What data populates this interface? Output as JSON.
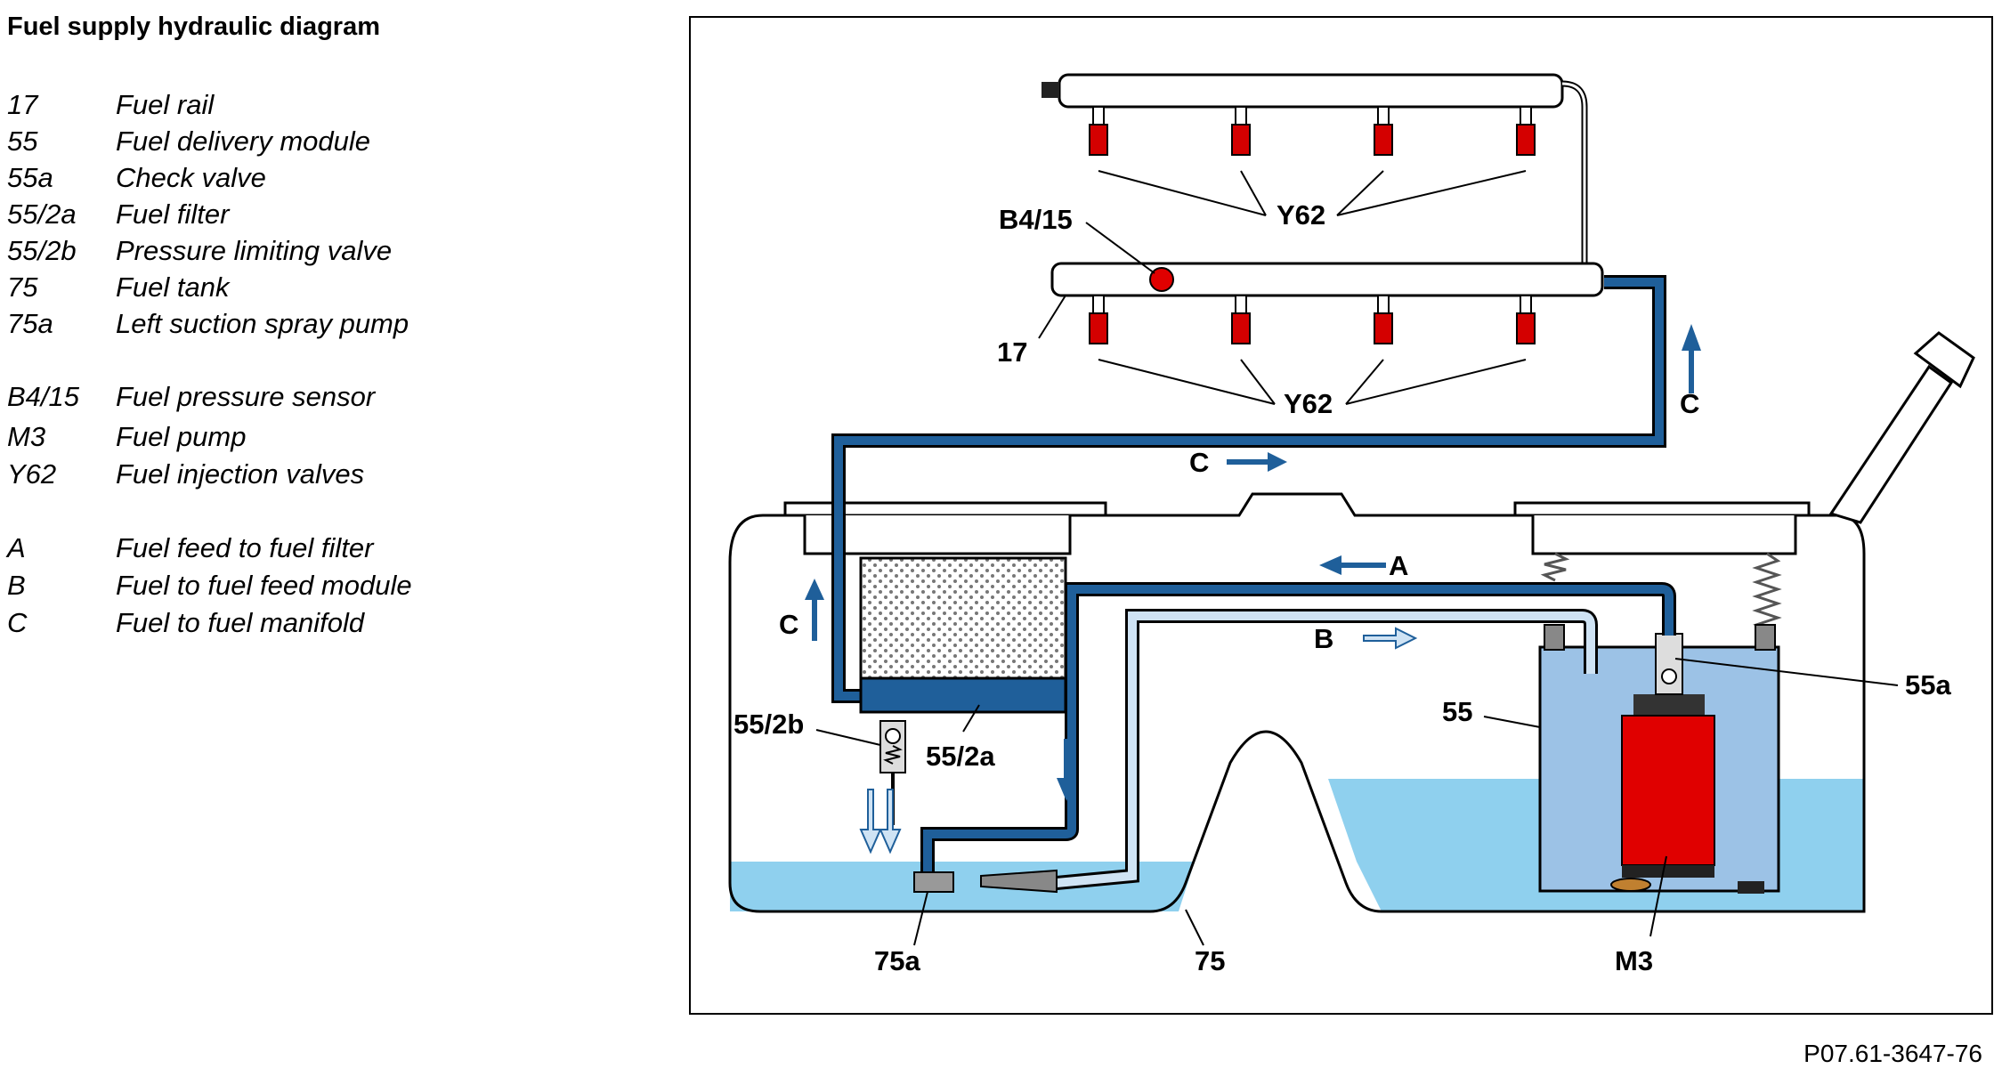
{
  "legend": {
    "title": "Fuel supply hydraulic diagram",
    "items": [
      {
        "code": "17",
        "desc": "Fuel rail"
      },
      {
        "code": "55",
        "desc": "Fuel delivery module"
      },
      {
        "code": "55a",
        "desc": "Check valve"
      },
      {
        "code": "55/2a",
        "desc": "Fuel filter"
      },
      {
        "code": "55/2b",
        "desc": "Pressure limiting valve"
      },
      {
        "code": "75",
        "desc": "Fuel tank"
      },
      {
        "code": "75a",
        "desc": "Left suction spray pump"
      },
      {
        "code": "B4/15",
        "desc": "Fuel pressure sensor"
      },
      {
        "code": "M3",
        "desc": "Fuel pump"
      },
      {
        "code": "Y62",
        "desc": "Fuel injection valves"
      },
      {
        "code": "A",
        "desc": "Fuel feed to fuel filter"
      },
      {
        "code": "B",
        "desc": "Fuel to fuel feed module"
      },
      {
        "code": "C",
        "desc": "Fuel to fuel manifold"
      }
    ]
  },
  "diagram": {
    "labels": {
      "y62_top": "Y62",
      "y62_bottom": "Y62",
      "b4_15": "B4/15",
      "rail_17": "17",
      "flow_c_right": "C",
      "flow_c_mid": "C",
      "flow_c_left": "C",
      "flow_a": "A",
      "flow_b": "B",
      "valve_55a": "55a",
      "module_55": "55",
      "valve_55_2b": "55/2b",
      "filter_55_2a": "55/2a",
      "pump_75a": "75a",
      "tank_75": "75",
      "pump_m3": "M3"
    },
    "colors": {
      "pipe_dark": "#1f5f9a",
      "pipe_light": "#cfe3f4",
      "fuel_light": "#8fd0ee",
      "module_fill": "#9cc2e6",
      "pump_red": "#e00000",
      "filter_blue": "#1f5f9a",
      "line": "#000000"
    }
  },
  "figure_code": "P07.61-3647-76"
}
